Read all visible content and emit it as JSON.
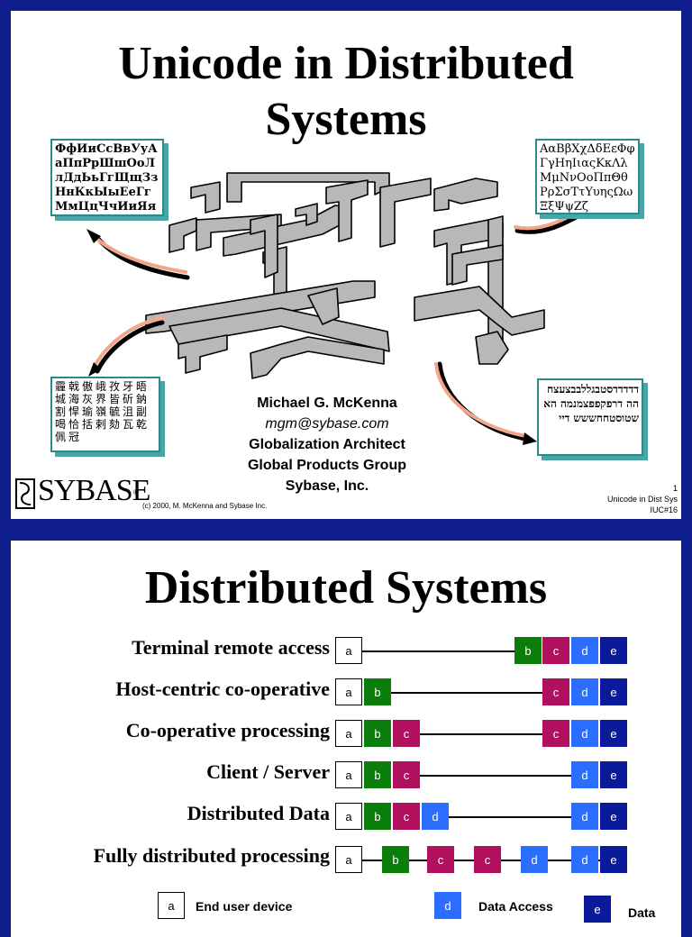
{
  "slide1": {
    "title_line1": "Unicode in Distributed",
    "title_line2": "Systems",
    "cyrillic_text": "ФфИиСсВвУуАаПпРрШшОоЛлДдЬьГгЩщЗзНнКкЫыЕеГгМмЦцЧчИиЯя",
    "greek_text": "ΑαΒβΧχΔδΕεΦφΓγΗηΙιαςΚκΛλΜμΝνΟοΠπΘθΡρΣσΤτΥυηςΩωΞξΨψΖζ",
    "cjk_text": "霾戟傲峨孜牙晤城海灰界皆斫鈉割悍瑜嶺毓沮副喝恰括剌劾瓦乾佩冠",
    "hebrew_text": "דדדדדסטבגללבבצעצחהה דרפקפפצמנמה האשטוסטחחששש דיי",
    "author_name": "Michael G. McKenna",
    "author_email": "mgm@sybase.com",
    "author_role": "Globalization Architect",
    "author_group": "Global Products Group",
    "author_company": "Sybase, Inc.",
    "logo_text": "SYBASE",
    "logo_reg": "®",
    "copyright": "(c) 2000, M. McKenna and Sybase Inc.",
    "page_number": "1",
    "deck_name": "Unicode in Dist Sys",
    "conference": "IUC#16"
  },
  "slide2": {
    "title": "Distributed Systems",
    "rows": [
      {
        "label": "Terminal remote access",
        "cells": [
          "a",
          "b",
          "c",
          "d",
          "e"
        ]
      },
      {
        "label": "Host-centric co-operative",
        "cells": [
          "a",
          "b",
          "c",
          "d",
          "e"
        ]
      },
      {
        "label": "Co-operative processing",
        "cells": [
          "a",
          "b",
          "c",
          "d",
          "e"
        ]
      },
      {
        "label": "Client / Server",
        "cells": [
          "a",
          "b",
          "c",
          "d",
          "e"
        ]
      },
      {
        "label": "Distributed Data",
        "cells": [
          "a",
          "b",
          "c",
          "d",
          "d",
          "e"
        ]
      },
      {
        "label": "Fully distributed processing",
        "cells": [
          "a",
          "b",
          "c",
          "c",
          "d",
          "d",
          "e"
        ]
      }
    ],
    "legend": [
      {
        "key": "a",
        "label": "End user device"
      },
      {
        "key": "d",
        "label": "Data Access"
      },
      {
        "key": "e",
        "label": "Data"
      }
    ],
    "colors": {
      "b": "#0a7d0a",
      "c": "#b0105e",
      "d": "#2a6dff",
      "e": "#0a1a9a",
      "background": "#0f1c8c"
    }
  }
}
